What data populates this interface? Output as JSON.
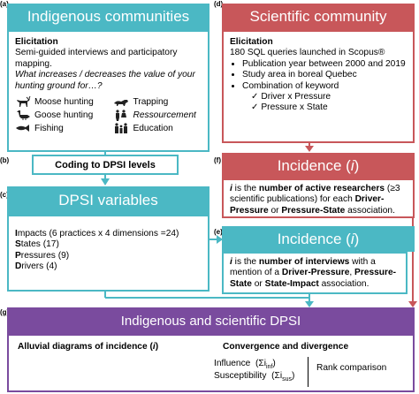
{
  "labels": {
    "a": "(a)",
    "b": "(b)",
    "c": "(c)",
    "d": "(d)",
    "e": "(e)",
    "f": "(f)",
    "g": "(g)"
  },
  "panel_a": {
    "title": "Indigenous communities",
    "elicitation": "Elicitation",
    "desc": "Semi-guided interviews and participatory mapping.",
    "question": "What increases / decreases the value of your hunting ground for…?",
    "activities": [
      "Moose hunting",
      "Trapping",
      "Goose hunting",
      "Ressourcement",
      "Fishing",
      "Education"
    ],
    "icons": [
      "moose-icon",
      "marten-icon",
      "goose-icon",
      "family-icon",
      "fish-icon",
      "people-icon"
    ]
  },
  "panel_b": {
    "title": "Coding to DPSI levels"
  },
  "panel_c": {
    "title": "DPSI variables",
    "items": [
      {
        "initial": "I",
        "rest": "mpacts (6 practices x 4 dimensions =24)"
      },
      {
        "initial": "S",
        "rest": "tates (17)"
      },
      {
        "initial": "P",
        "rest": "ressures (9)"
      },
      {
        "initial": "D",
        "rest": "rivers (4)"
      }
    ]
  },
  "panel_d": {
    "title": "Scientific community",
    "elicitation": "Elicitation",
    "desc": "180 SQL queries launched in Scopus®",
    "bullets": [
      "Publication year between 2000 and 2019",
      "Study area in boreal Quebec",
      "Combination of keyword"
    ],
    "checks": [
      "Driver x Pressure",
      "Pressure x State"
    ]
  },
  "panel_f": {
    "title": "Incidence (i)",
    "title_main": "Incidence (",
    "title_var": "i",
    "title_end": ")",
    "t1": "i",
    "t2": " is the ",
    "t3": "number of active researchers",
    "t4": " (≥3 scientific publications) for each ",
    "t5": "Driver-Pressure",
    "t6": " or ",
    "t7": "Pressure-State",
    "t8": " association."
  },
  "panel_e": {
    "title_main": "Incidence (",
    "title_var": "i",
    "title_end": ")",
    "t1": "i",
    "t2": " is the ",
    "t3": "number of interviews",
    "t4": " with a mention of a ",
    "t5": "Driver-Pressure",
    "t6": ", ",
    "t7": "Pressure-State",
    "t8": " or ",
    "t9": "State-Impact",
    "t10": " association."
  },
  "panel_g": {
    "title": "Indigenous and scientific DPSI",
    "alluvial_main": "Alluvial diagrams of incidence (",
    "alluvial_var": "i",
    "alluvial_end": ")",
    "conv": "Convergence and divergence",
    "influence": "Influence",
    "influence_sym": "(Σi",
    "influence_sub": "inf",
    "susceptibility": "Susceptibility",
    "susceptibility_sym": "(Σi",
    "susceptibility_sub": "sus",
    "close": ")",
    "rank": "Rank comparison"
  },
  "colors": {
    "teal": "#4bb8c4",
    "red": "#c8575a",
    "purple": "#7a4b9e"
  }
}
